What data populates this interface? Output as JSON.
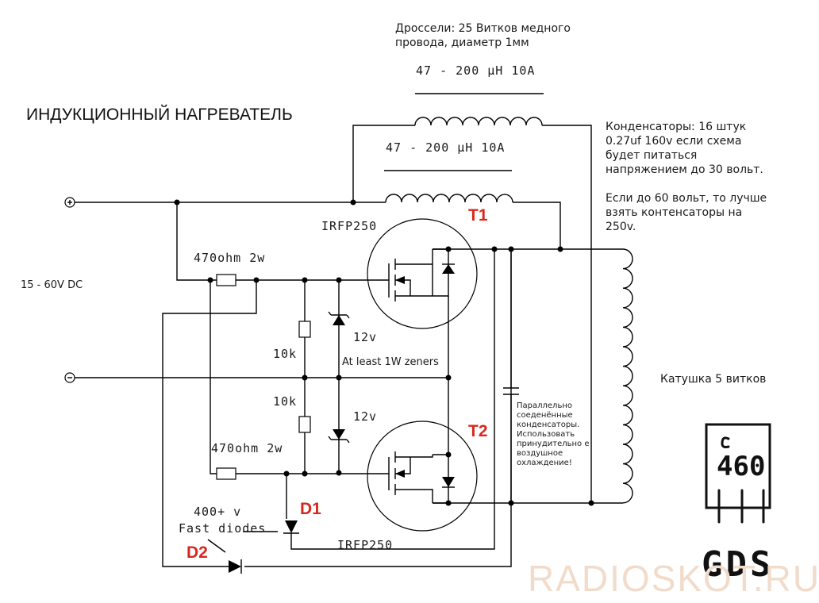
{
  "title": "ИНДУКЦИОННЫЙ НАГРЕВАТЕЛЬ",
  "chokes_note": {
    "line1": "Дроссели: 25 Витков медного",
    "line2": "провода, диаметр 1мм"
  },
  "choke_top_label": "47 - 200 µH 10A",
  "choke_bottom_label": "47 - 200 µH 10A",
  "capacitors_note": {
    "line1": "Конденсаторы: 16 штук",
    "line2": "0.27uf 160v если схема",
    "line3": "будет питаться",
    "line4": "напряжением до 30 вольт.",
    "line5": "Если до 60 вольт, то лучше",
    "line6": "взять контенсаторы на",
    "line7": "250v."
  },
  "supply": {
    "plus": "+",
    "minus": "−",
    "voltage": "15 - 60V DC"
  },
  "transistors": {
    "t1_model": "IRFP250",
    "t1_label": "T1",
    "t2_model": "IRFP250",
    "t2_label": "T2"
  },
  "resistors": {
    "r_top": "470ohm 2w",
    "r_bottom": "470ohm 2w",
    "r_10k_top": "10k",
    "r_10k_bottom": "10k"
  },
  "zeners": {
    "z_top": "12v",
    "z_bottom": "12v",
    "note": "At least 1W zeners"
  },
  "diodes": {
    "rating": "400+ v",
    "type": "Fast diodes",
    "d1": "D1",
    "d2": "D2"
  },
  "coil_label": "Катушка 5 витков",
  "parallel_caps_note": "Параллельно соеденённые конденсаторы. Использовать принудительно е воздушное охлаждение!",
  "pinout": {
    "marking": "460",
    "pins": "GDS"
  },
  "watermark": "RADIOSKOT.RU"
}
